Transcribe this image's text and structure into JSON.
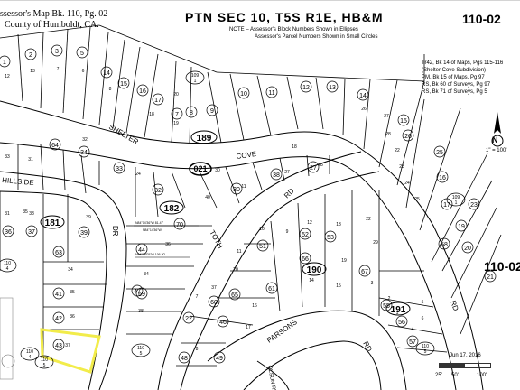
{
  "header": {
    "source_line1": "ssessor's Map Bk. 110, Pg. 02",
    "source_line2": "County of Humboldt, CA.",
    "title": "PTN SEC 10, T5S R1E, HB&M",
    "map_id": "110-02",
    "map_id_fragment": "110-02",
    "note_line1": "NOTE – Assessor's Block Numbers Shown in Ellipses",
    "note_line2": "Assessor's Parcel Numbers Shown in Small Circles",
    "note_line3": ""
  },
  "references": [
    "Tr42, Bk 14 of Maps, Pgs 115-116",
    "(Shelter Cove Subdivision)",
    "PM, Bk 15 of Maps, Pg 97",
    "RS, Bk 60 of Surveys, Pg 97",
    "RS, Bk 71 of Surveys, Pg 5"
  ],
  "north_arrow": {
    "letter": "N",
    "scale_text": "1\" = 100'"
  },
  "date_stamp": "Jun 17, 2016",
  "scale_bar": {
    "labels": [
      "25'",
      "50'",
      "100'"
    ]
  },
  "streets": [
    "SHELTER",
    "COVE",
    "HILLSIDE",
    "DR",
    "TOTH",
    "RD",
    "PARSONS",
    "RD",
    "RD",
    "OLSON RD"
  ],
  "blocks": [
    "189",
    "182",
    "181",
    "190",
    "191",
    "021"
  ],
  "book_references": [
    {
      "top": "109",
      "bottom": "1"
    },
    {
      "top": "109",
      "bottom": "1"
    },
    {
      "top": "110",
      "bottom": "4"
    },
    {
      "top": "110",
      "bottom": "4"
    },
    {
      "top": "110",
      "bottom": "5"
    },
    {
      "top": "110",
      "bottom": "5"
    },
    {
      "top": "110",
      "bottom": "5"
    }
  ],
  "parcels": {
    "circled": [
      "1",
      "2",
      "3",
      "5",
      "14",
      "15",
      "16",
      "17",
      "7",
      "8",
      "9",
      "10",
      "11",
      "12",
      "13",
      "14",
      "15",
      "64",
      "34",
      "33",
      "32",
      "70",
      "30",
      "38",
      "27",
      "26",
      "25",
      "16",
      "17",
      "19",
      "20",
      "21",
      "36",
      "37",
      "39",
      "63",
      "44",
      "69",
      "41",
      "42",
      "43",
      "51",
      "52",
      "53",
      "61",
      "65",
      "66",
      "67",
      "55",
      "56",
      "57",
      "58",
      "23",
      "22",
      "46",
      "48",
      "49",
      "47",
      "60"
    ],
    "plain": [
      "12",
      "13",
      "7",
      "6",
      "8",
      "20",
      "18",
      "19",
      "26",
      "27",
      "28",
      "22",
      "23",
      "24",
      "25",
      "31",
      "32",
      "33",
      "35",
      "24",
      "34",
      "35",
      "36",
      "37",
      "38",
      "39",
      "31",
      "40",
      "36",
      "34",
      "38",
      "37",
      "20",
      "11",
      "10",
      "9",
      "12",
      "13",
      "14",
      "15",
      "16",
      "17",
      "18",
      "19",
      "22",
      "29",
      "3",
      "2",
      "1",
      "4",
      "5",
      "6",
      "7",
      "8",
      "11",
      "27",
      "28",
      "30"
    ]
  },
  "acreage_notes": [
    "N84°14'36\"W 81.47'",
    "N84°14'36\"W",
    "N84°28'05\"W 106.30'"
  ],
  "highlight": {
    "color": "#f2ec4a",
    "note": ""
  }
}
